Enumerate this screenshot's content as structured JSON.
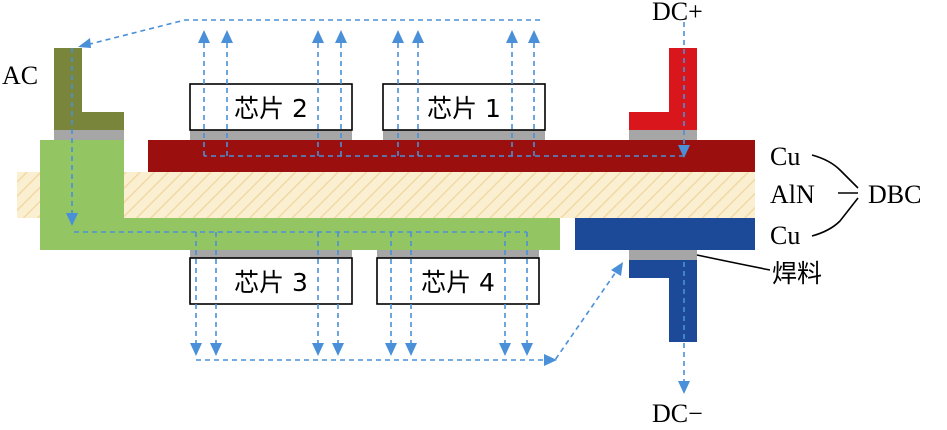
{
  "labels": {
    "ac": "AC",
    "dc_plus": "DC+",
    "dc_minus": "DC−",
    "cu_top": "Cu",
    "aln": "AlN",
    "cu_bottom": "Cu",
    "dbc": "DBC",
    "solder": "焊料"
  },
  "chips": [
    {
      "label": "芯片 2"
    },
    {
      "label": "芯片 1"
    },
    {
      "label": "芯片 3"
    },
    {
      "label": "芯片 4"
    }
  ],
  "colors": {
    "ac_terminal": "#78853a",
    "solder": "#a6a6a6",
    "top_copper": "#9b0f0f",
    "dc_plus_terminal": "#d9161b",
    "aln_substrate": "#fbefd2",
    "aln_hatch": "#f2d9a4",
    "bottom_copper_left": "#93c663",
    "bottom_copper_right": "#1d4a98",
    "dc_minus_terminal": "#1d4a98",
    "current_flow": "#4a90d9"
  }
}
